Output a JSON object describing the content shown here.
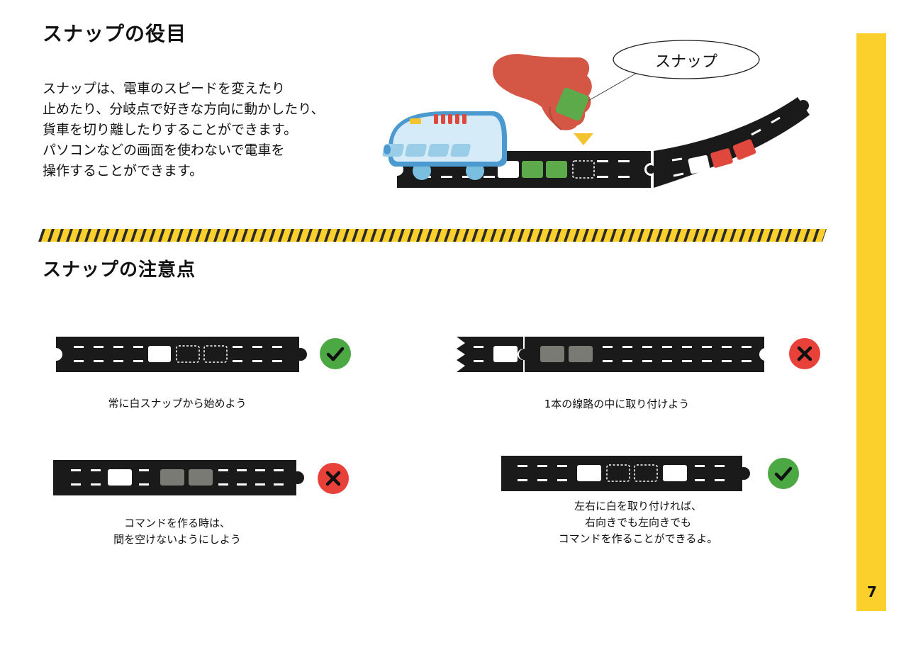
{
  "section1": {
    "title": "スナップの役目",
    "body": [
      "スナップは、電車のスピードを変えたり",
      "止めたり、分岐点で好きな方向に動かしたり、",
      "貨車を切り離したりすることができます。",
      "パソコンなどの画面を使わないで電車を",
      "操作することができます。"
    ],
    "bubble_label": "スナップ"
  },
  "section2": {
    "title": "スナップの注意点",
    "rules": [
      {
        "caption": [
          "常に白スナップから始めよう"
        ],
        "result": "correct"
      },
      {
        "caption": [
          "1本の線路の中に取り付けよう"
        ],
        "result": "incorrect"
      },
      {
        "caption": [
          "コマンドを作る時は、",
          "間を空けないようにしよう"
        ],
        "result": "incorrect"
      },
      {
        "caption": [
          "左右に白を取り付ければ、",
          "右向きでも左向きでも",
          "コマンドを作ることができるよ。"
        ],
        "result": "correct"
      }
    ]
  },
  "page_number": "7",
  "colors": {
    "accent_yellow": "#FCD02C",
    "track_black": "#1a1a1a",
    "snap_green": "#5CAA4A",
    "snap_red": "#E0483E",
    "snap_gray": "#7a7a74",
    "check_green": "#4CA843",
    "cross_red": "#E8413A",
    "hand_red": "#D45645"
  }
}
